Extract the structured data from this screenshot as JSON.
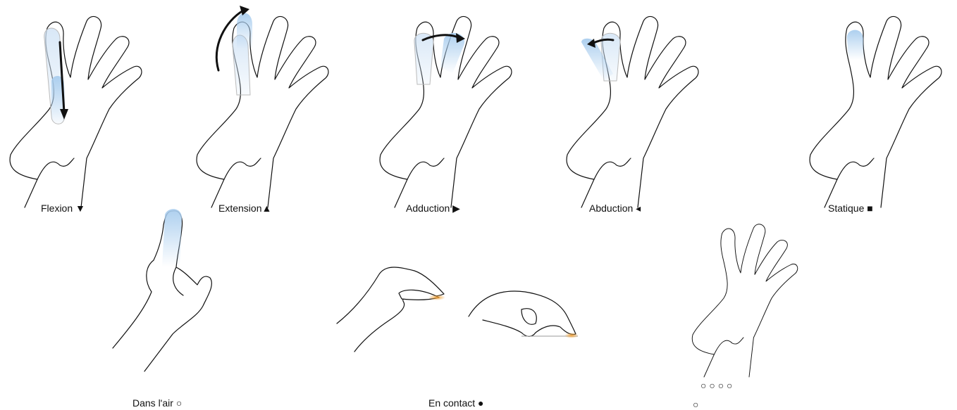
{
  "gestures": [
    {
      "label": "Flexion",
      "symbol": "▼"
    },
    {
      "label": "Extension",
      "symbol": "▲"
    },
    {
      "label": "Adduction",
      "symbol": "▶"
    },
    {
      "label": "Abduction",
      "symbol": "◂"
    },
    {
      "label": "Statique",
      "symbol": "■"
    }
  ],
  "contact_modes": [
    {
      "label": "Dans l'air",
      "symbol": "○"
    },
    {
      "label": "En contact",
      "symbol": "●"
    }
  ],
  "extra": {
    "symbols_row1": "○ ○ ○ ○",
    "symbols_row2": "○"
  },
  "colors": {
    "highlight": "#a9cdee",
    "contact": "#f2a33a",
    "stroke": "#111111"
  }
}
